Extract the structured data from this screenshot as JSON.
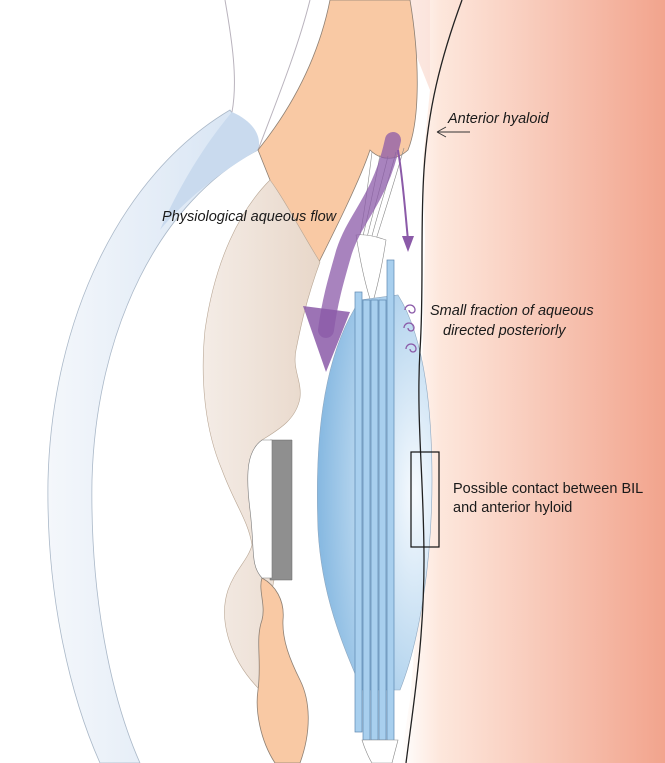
{
  "labels": {
    "anterior_hyaloid": "Anterior hyaloid",
    "physiological_flow": "Physiological aqueous flow",
    "small_fraction_line1": "Small fraction of aqueous",
    "small_fraction_line2": "directed posteriorly",
    "possible_contact_line1": "Possible contact between BIL",
    "possible_contact_line2": "and anterior hyloid"
  },
  "colors": {
    "cornea": "#dfe9f5",
    "iris": "#f9c9a4",
    "lens_capsule": "#9cc7e8",
    "vitreous_start": "#ffffff",
    "vitreous_end": "#f2a48d",
    "flow_arrow": "#8b5aa8",
    "sclera_fill": "#f2eef4"
  },
  "icons": [
    "flow-arrow-icon",
    "swirl-icon"
  ]
}
